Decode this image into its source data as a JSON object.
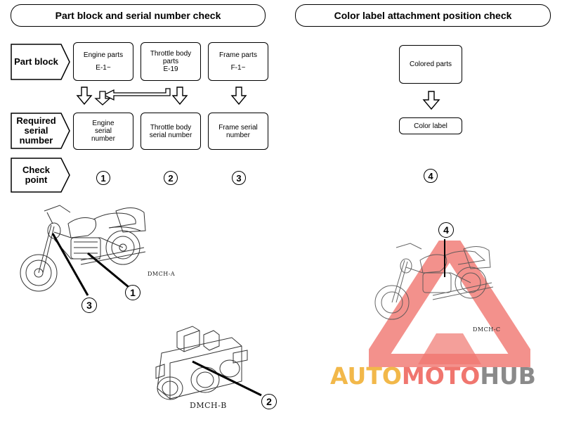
{
  "left_panel": {
    "header": "Part block and serial number check",
    "row_part_block": "Part block",
    "row_required_line1": "Required",
    "row_required_line2": "serial",
    "row_required_line3": "number",
    "row_check_line1": "Check",
    "row_check_line2": "point",
    "blocks": [
      {
        "name": "Engine parts",
        "code": "E-1~"
      },
      {
        "name": "Throttle body parts",
        "code": "E-19"
      },
      {
        "name": "Frame parts",
        "code": "F-1~"
      }
    ],
    "serials": [
      "Engine serial number",
      "Throttle body serial number",
      "Frame serial number"
    ],
    "checkpoints": [
      "1",
      "2",
      "3"
    ],
    "figure_motorcycle_label": "DMCH-A",
    "figure_throttle_label": "DMCH-B"
  },
  "right_panel": {
    "header": "Color label attachment position check",
    "colored_parts": "Colored parts",
    "color_label": "Color label",
    "checkpoint": "4",
    "figure_label": "DMCH-C"
  },
  "watermark": {
    "part1": "AUTO",
    "part2": "MOTO",
    "part3": "HUB",
    "colors": {
      "orange": "#f2b84a",
      "red": "#f0766f",
      "gray": "#8a8a8a"
    }
  }
}
